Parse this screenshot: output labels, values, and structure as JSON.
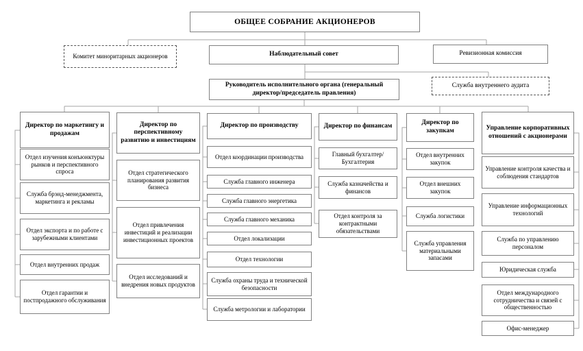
{
  "diagram": {
    "title": "ОБЩЕЕ СОБРАНИЕ АКЦИОНЕРОВ",
    "top_boxes": {
      "minority_committee": "Комитет миноритарных акционеров",
      "supervisory_board": "Наблюдательный совет",
      "audit_commission": "Ревизионная комиссия",
      "executive_head": "Руководитель исполнительного органа (генеральный директор/председатель правления)",
      "internal_audit": "Служба внутреннего аудита"
    },
    "columns": [
      {
        "header": "Директор по маркетингу и продажам",
        "children": [
          "Отдел изучения конъюнктуры рынков и перспективного спроса",
          "Служба брэнд-менеджмента, маркетинга и рекламы",
          "Отдел экспорта и по работе с зарубежными клиентами",
          "Отдел внутренних продаж",
          "Отдел гарантии и постпродажного обслуживания"
        ]
      },
      {
        "header": "Директор по перспективному развитию и инвестициям",
        "children": [
          "Отдел стратегического планирования развития бизнеса",
          "Отдел привлечения инвестиций и реализации инвестиционных проектов",
          "Отдел исследований и внедрения новых продуктов"
        ]
      },
      {
        "header": "Директор по производству",
        "children": [
          "Отдел координации производства",
          "Служба главного инженера",
          "Служба главного энергетика",
          "Служба главного механика",
          "Отдел локализации",
          "Отдел технологии",
          "Служба охраны труда и технической безопасности",
          "Служба метрологии и лаборатории"
        ]
      },
      {
        "header": "Директор по финансам",
        "children": [
          "Главный бухгалтер/ Бухгалтерия",
          "Служба казначейства и финансов",
          "Отдел контроля за контрактными обязательствами"
        ]
      },
      {
        "header": "Директор по закупкам",
        "children": [
          "Отдел внутренних закупок",
          "Отдел внешних закупок",
          "Служба логистики",
          "Служба управления материальными запасами"
        ]
      },
      {
        "header": "Управление корпоративных отношений с акционерами",
        "children": [
          "Управление контроля качества и соблюдения стандартов",
          "Управление информационных технологий",
          "Служба по управлению персоналом",
          "Юридическая служба",
          "Отдел международного сотрудничества и связей с общественностью",
          "Офис-менеджер"
        ]
      }
    ],
    "colors": {
      "box_border": "#808080",
      "connector": "#a6a6a6",
      "text": "#000000",
      "background": "#ffffff"
    }
  }
}
